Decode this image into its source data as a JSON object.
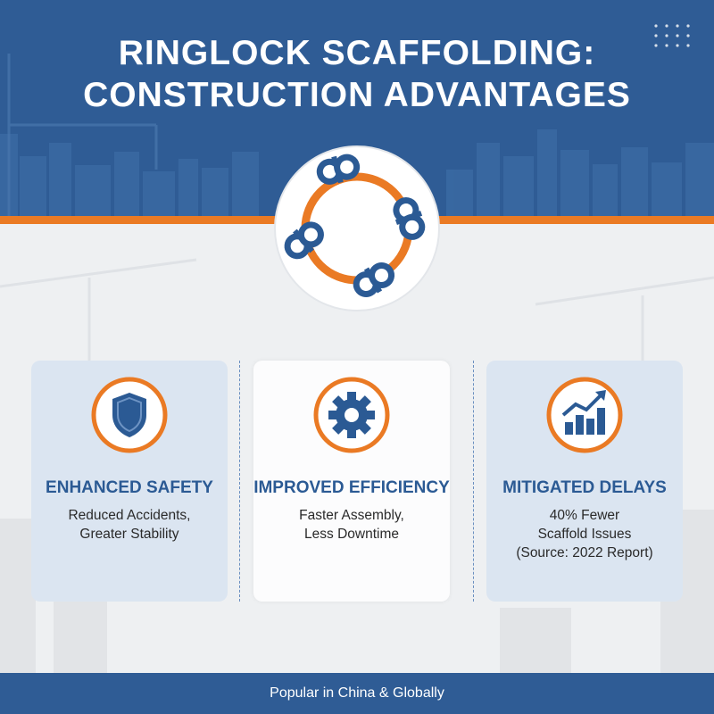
{
  "header": {
    "title_line1": "RINGLOCK SCAFFOLDING:",
    "title_line2": "CONSTRUCTION ADVANTAGES"
  },
  "colors": {
    "brand_blue": "#2f5c95",
    "accent_orange": "#ea7a24",
    "card_blue": "#dbe5f1",
    "heading_blue": "#2b5a94"
  },
  "cards": [
    {
      "icon": "shield-icon",
      "title": "ENHANCED SAFETY",
      "lines": [
        "Reduced Accidents,",
        "Greater Stability"
      ]
    },
    {
      "icon": "gear-icon",
      "title": "IMPROVED EFFICIENCY",
      "lines": [
        "Faster Assembly,",
        "Less Downtime"
      ]
    },
    {
      "icon": "growth-chart-icon",
      "title": "MITIGATED DELAYS",
      "lines": [
        "40% Fewer",
        "Scaffold Issues",
        "(Source: 2022 Report)"
      ]
    }
  ],
  "footer": {
    "text": "Popular in China & Globally"
  }
}
